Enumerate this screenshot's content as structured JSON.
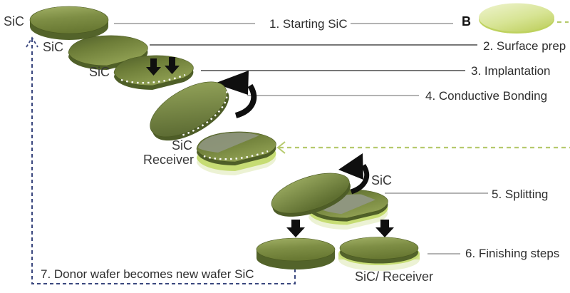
{
  "steps": [
    "1. Starting SiC",
    "2. Surface prep",
    "3. Implantation",
    "4. Conductive Bonding",
    "5. Splitting",
    "6. Finishing steps",
    "7. Donor wafer becomes new wafer SiC"
  ],
  "wafer_labels": {
    "starting": "SiC",
    "surface_prep": "SiC",
    "implantation": "SiC",
    "receiver_line1": "SiC",
    "receiver_line2": "Receiver",
    "splitting": "SiC",
    "finished_receiver": "SiC/ Receiver"
  },
  "marker_b": "B",
  "colors": {
    "wafer_green_dark": "#53632a",
    "wafer_green": "#7e8e45",
    "wafer_green_light": "#a2b166",
    "receiver_light_green": "#c6dc74",
    "receiver_pale_green": "#ecf2d4",
    "split_surface_gray": "#8f967f",
    "leader_line_gray": "#9a9a9a",
    "leader_line_dark": "#4a4a4a",
    "recycle_dash_blue": "#3a477e",
    "bond_dash_green": "#b6ca6d",
    "arrow_black": "#0f0f0f",
    "label_text": "#2e2e2e"
  }
}
